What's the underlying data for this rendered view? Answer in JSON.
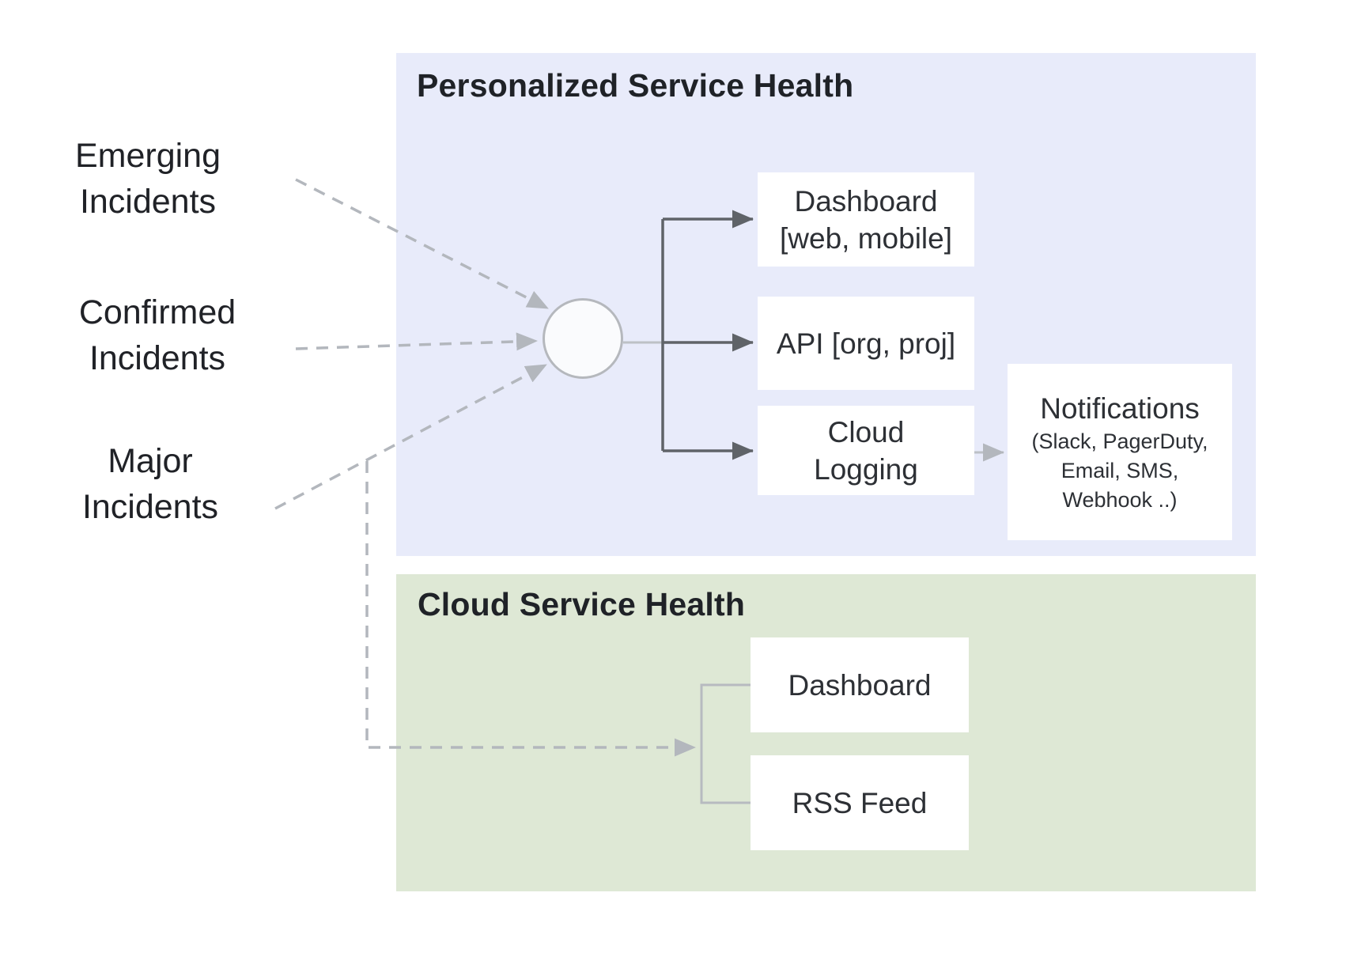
{
  "sources": {
    "emerging": {
      "line1": "Emerging",
      "line2": "Incidents"
    },
    "confirmed": {
      "line1": "Confirmed",
      "line2": "Incidents"
    },
    "major": {
      "line1": "Major",
      "line2": "Incidents"
    }
  },
  "personalized": {
    "title": "Personalized Service Health",
    "boxes": {
      "dashboard": {
        "line1": "Dashboard",
        "line2": "[web, mobile]"
      },
      "api": {
        "label": "API [org, proj]"
      },
      "logging": {
        "line1": "Cloud",
        "line2": "Logging"
      },
      "notifications": {
        "title": "Notifications",
        "sub1": "(Slack, PagerDuty,",
        "sub2": "Email, SMS,",
        "sub3": "Webhook ..)"
      }
    }
  },
  "cloud": {
    "title": "Cloud Service Health",
    "boxes": {
      "dashboard": {
        "label": "Dashboard"
      },
      "rss": {
        "label": "RSS Feed"
      }
    }
  },
  "colors": {
    "panel_blue": "#E8EBFA",
    "panel_green": "#DEE8D5",
    "box_white": "#FFFFFF",
    "arrow_dark": "#5f6368",
    "arrow_light": "#b3b7bd",
    "circle_border": "#b5b8bd",
    "title_text": "#1f2227",
    "body_text": "#2d3035"
  }
}
